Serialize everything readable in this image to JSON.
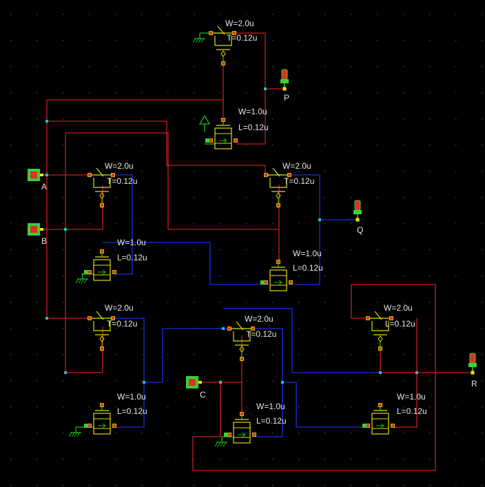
{
  "colors": {
    "background": "#000000",
    "grid_dot": "#1f4f8f",
    "wire_red": "#c81e1e",
    "wire_blue": "#1a2ee0",
    "wire_green": "#10c010",
    "transistor": "#e0e000",
    "pin_yellow": "#e8e800",
    "pin_green": "#3ad03a",
    "pin_red": "#e03020",
    "label": "#e6e6e6",
    "node": "#20c0c0"
  },
  "schematic": {
    "inputs": [
      {
        "name": "A"
      },
      {
        "name": "B"
      },
      {
        "name": "C"
      }
    ],
    "outputs": [
      {
        "name": "P"
      },
      {
        "name": "Q"
      },
      {
        "name": "R"
      }
    ],
    "pmos_label": {
      "w": "W=2.0u",
      "l": "L=0.12u"
    },
    "pmos_label_top": {
      "w": "W=2.0u",
      "l": "T=0.12u"
    },
    "nmos_label": {
      "w": "W=1.0u",
      "l": "L=0.12u"
    }
  }
}
